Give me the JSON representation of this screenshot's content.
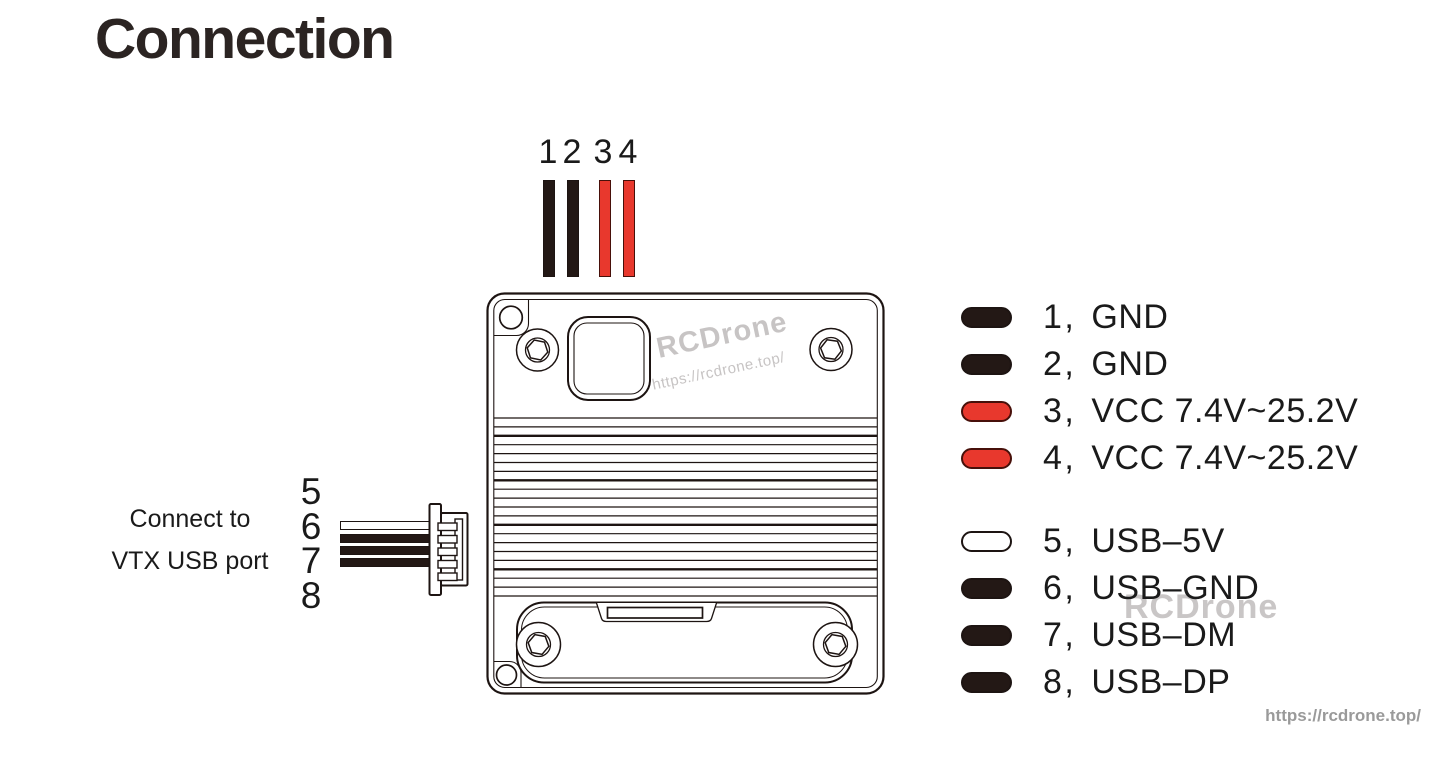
{
  "title": "Connection",
  "colors": {
    "black": "#231815",
    "red": "#e8382d",
    "white": "#ffffff",
    "line": "#1d1412",
    "red_outline": "#47100a",
    "watermark_gray": "#c7c4c4",
    "url_gray": "#9a9a9a"
  },
  "top_wires": {
    "labels": [
      "1",
      "2",
      "3",
      "4"
    ],
    "colors": [
      "black",
      "black",
      "red",
      "red"
    ]
  },
  "left_group": {
    "caption_line1": "Connect to",
    "caption_line2": "VTX USB port",
    "labels": [
      "5",
      "6",
      "7",
      "8"
    ],
    "colors": [
      "white",
      "black",
      "black",
      "black"
    ]
  },
  "legend": {
    "separator": "、",
    "pins": [
      {
        "num": "1",
        "name": "GND",
        "color": "black"
      },
      {
        "num": "2",
        "name": "GND",
        "color": "black"
      },
      {
        "num": "3",
        "name": "VCC 7.4V~25.2V",
        "color": "red"
      },
      {
        "num": "4",
        "name": "VCC 7.4V~25.2V",
        "color": "red"
      },
      {
        "num": "5",
        "name": "USB–5V",
        "color": "white"
      },
      {
        "num": "6",
        "name": "USB–GND",
        "color": "black"
      },
      {
        "num": "7",
        "name": "USB–DM",
        "color": "black"
      },
      {
        "num": "8",
        "name": "USB–DP",
        "color": "black"
      }
    ]
  },
  "watermarks": {
    "center_title": "RCDrone",
    "center_url": "https://rcdrone.top/",
    "legend_title": "RCDrone",
    "corner_url": "https://rcdrone.top/"
  }
}
